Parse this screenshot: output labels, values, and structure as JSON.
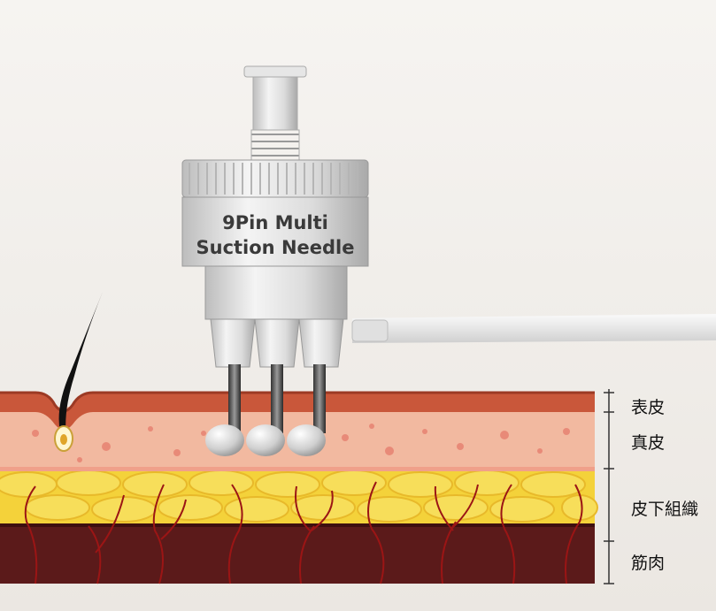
{
  "device": {
    "label_line1": "9Pin Multi",
    "label_line2": "Suction Needle"
  },
  "layers": [
    {
      "key": "epidermis",
      "label": "表皮"
    },
    {
      "key": "dermis",
      "label": "真皮"
    },
    {
      "key": "subcutaneous",
      "label": "皮下組織"
    },
    {
      "key": "muscle",
      "label": "筋肉"
    }
  ],
  "colors": {
    "epidermis": "#c9573a",
    "dermis": "#f2b9a0",
    "fat": "#f4d23a",
    "muscle": "#5b1a1a",
    "vessel": "#9b1515",
    "device_body": "#d8d8d8",
    "needle": "#555555"
  }
}
